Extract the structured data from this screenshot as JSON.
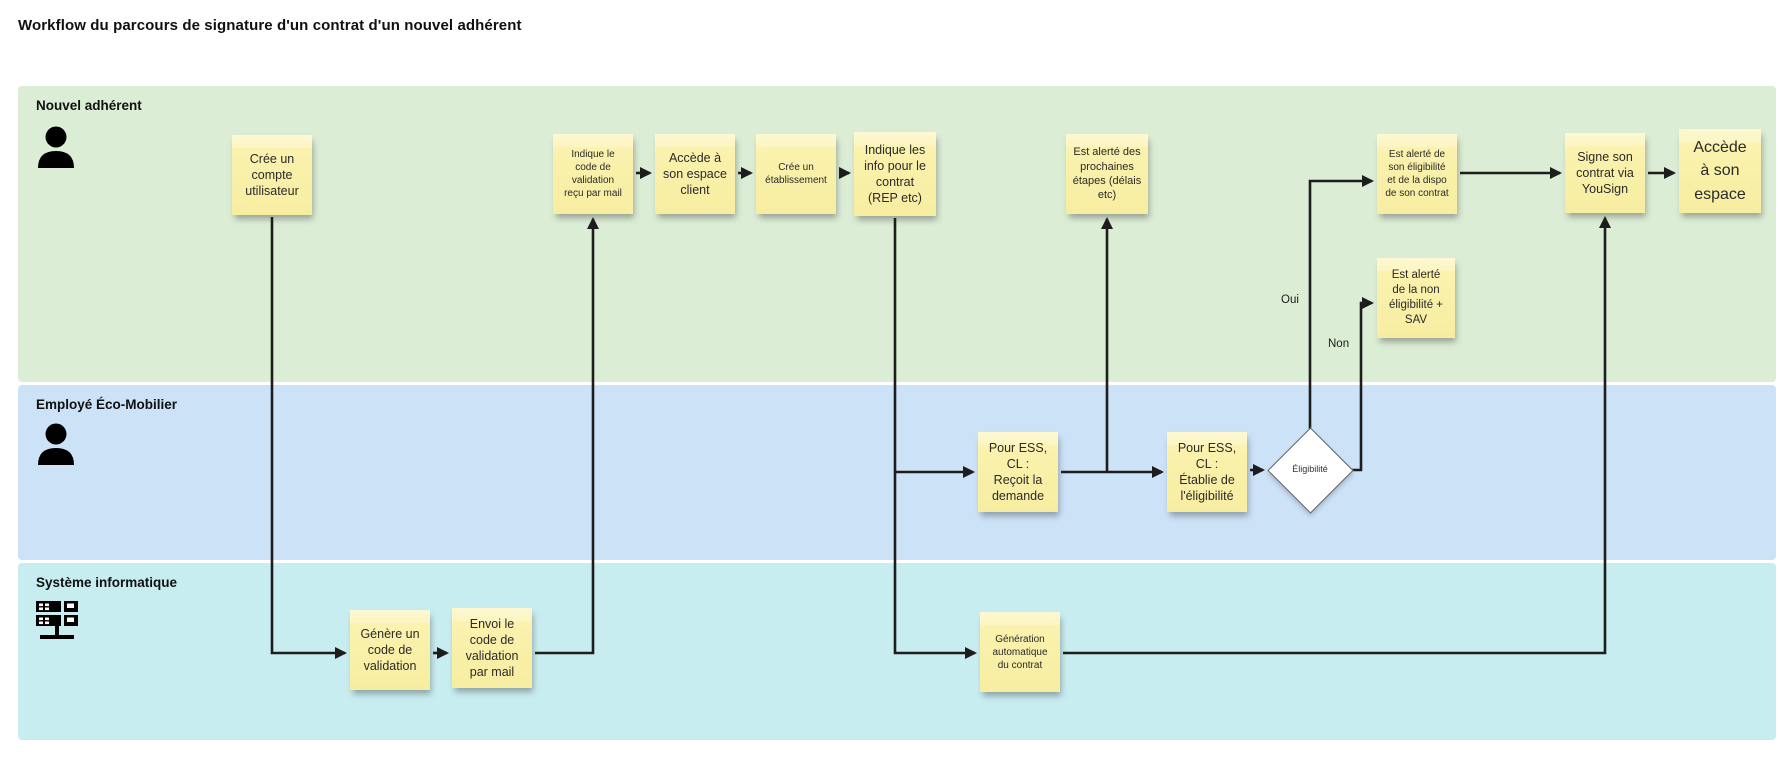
{
  "title": "Workflow du parcours de signature d'un contrat d'un nouvel adhérent",
  "lanes": [
    {
      "label": "Nouvel adhérent",
      "icon": "person-icon",
      "color": "#dcedd5"
    },
    {
      "label": "Employé Éco-Mobilier",
      "icon": "person-icon",
      "color": "#cce2f7"
    },
    {
      "label": "Système informatique",
      "icon": "server-icon",
      "color": "#c8edf0"
    }
  ],
  "decision": {
    "label": "Éligibilité",
    "branch_yes": "Oui",
    "branch_no": "Non"
  },
  "notes": {
    "cree_compte": {
      "lane": "Nouvel adhérent",
      "text": "Crée un\ncompte\nutilisateur"
    },
    "indique_code": {
      "lane": "Nouvel adhérent",
      "text": "Indique le\ncode de\nvalidation\nreçu par mail"
    },
    "accede_espace_client": {
      "lane": "Nouvel adhérent",
      "text": "Accède à\nson espace\nclient"
    },
    "cree_etablissement": {
      "lane": "Nouvel adhérent",
      "text": "Crée un\nétablissement"
    },
    "indique_infos": {
      "lane": "Nouvel adhérent",
      "text": "Indique les\ninfo pour le\ncontrat\n(REP etc)"
    },
    "alerte_etapes": {
      "lane": "Nouvel adhérent",
      "text": "Est alerté des\nprochaines\nétapes (délais\netc)"
    },
    "alerte_eligibilite": {
      "lane": "Nouvel adhérent",
      "text": "Est alerté de\nson éligibilité\net de la dispo\nde son contrat"
    },
    "alerte_non_eligibilite": {
      "lane": "Nouvel adhérent",
      "text": "Est alerté\nde la non\néligibilité +\nSAV"
    },
    "signe_contrat": {
      "lane": "Nouvel adhérent",
      "text": "Signe son\ncontrat via\nYouSign"
    },
    "accede_espace": {
      "lane": "Nouvel adhérent",
      "text": "Accède\nà son\nespace"
    },
    "recoit_demande": {
      "lane": "Employé Éco-Mobilier",
      "text": "Pour ESS,\nCL :\nReçoit la\ndemande"
    },
    "etablit_eligibilite": {
      "lane": "Employé Éco-Mobilier",
      "text": "Pour ESS,\nCL :\nÉtablie de\nl'éligibilité"
    },
    "genere_code": {
      "lane": "Système informatique",
      "text": "Génère un\ncode de\nvalidation"
    },
    "envoi_code": {
      "lane": "Système informatique",
      "text": "Envoi le\ncode de\nvalidation\npar mail"
    },
    "generation_contrat": {
      "lane": "Système informatique",
      "text": "Génération\nautomatique\ndu contrat"
    }
  },
  "colors": {
    "lane_new_member": "#dcedd5",
    "lane_employee": "#cce2f7",
    "lane_it_system": "#c8edf0",
    "sticky_note": "#faf2ae",
    "connector": "#1d1d1d",
    "decision_fill": "#ffffff"
  }
}
